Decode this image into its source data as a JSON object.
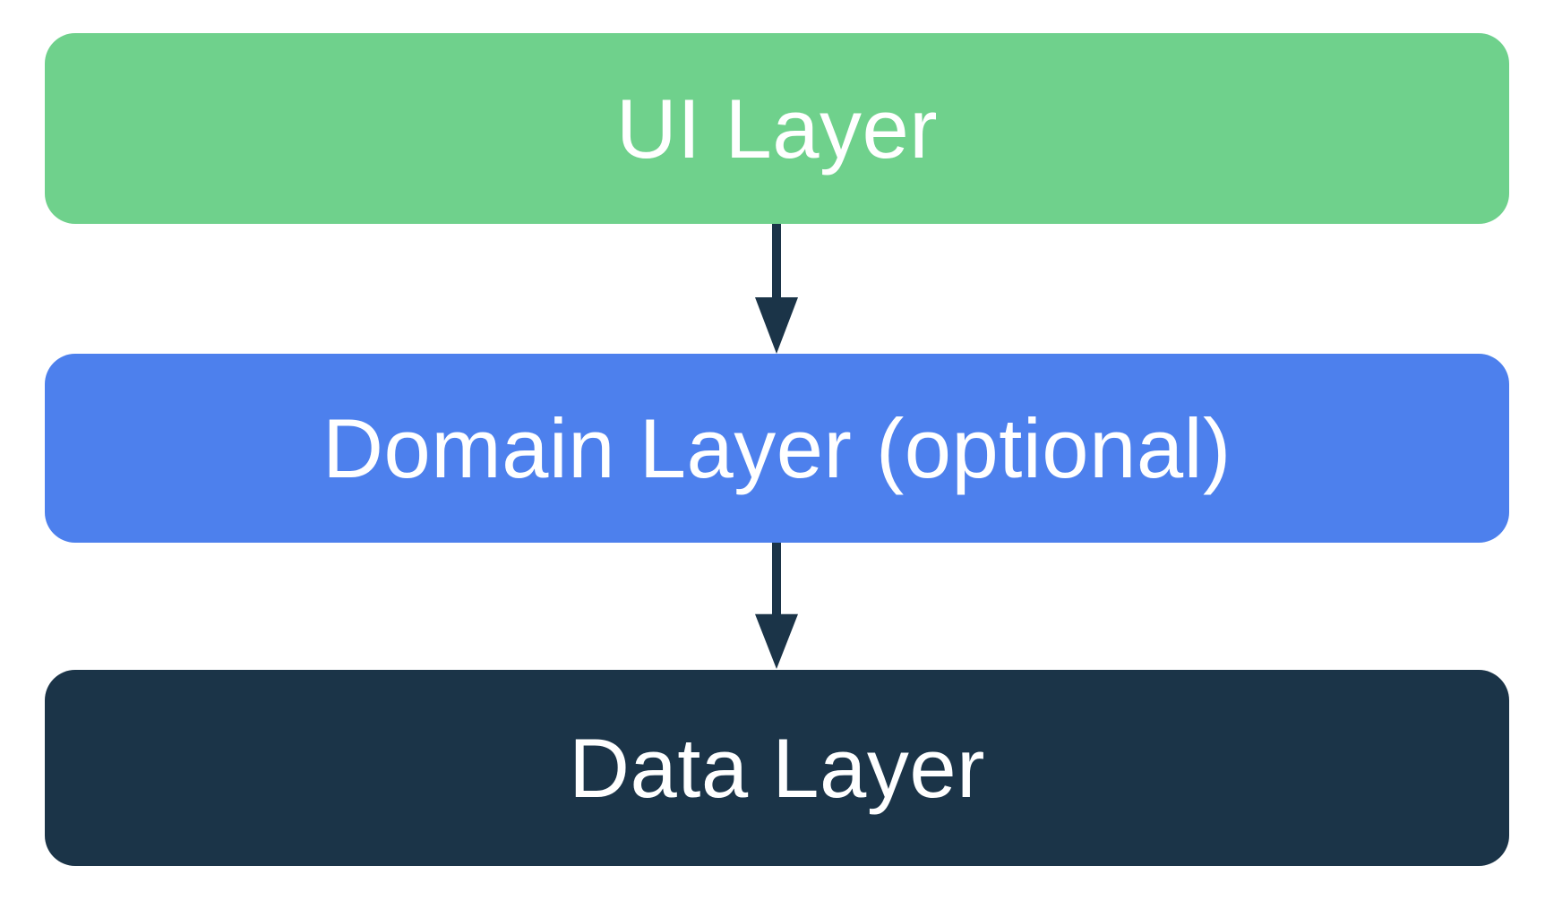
{
  "diagram": {
    "background_color": "#ffffff",
    "text_color": "#ffffff",
    "arrow_color": "#1b3448",
    "layers": [
      {
        "id": "ui",
        "label": "UI Layer",
        "color": "#6fd18c"
      },
      {
        "id": "domain",
        "label": "Domain Layer (optional)",
        "color": "#4d80ed"
      },
      {
        "id": "data",
        "label": "Data Layer",
        "color": "#1b3448"
      }
    ],
    "arrows": [
      {
        "from": "ui",
        "to": "domain"
      },
      {
        "from": "domain",
        "to": "data"
      }
    ]
  }
}
